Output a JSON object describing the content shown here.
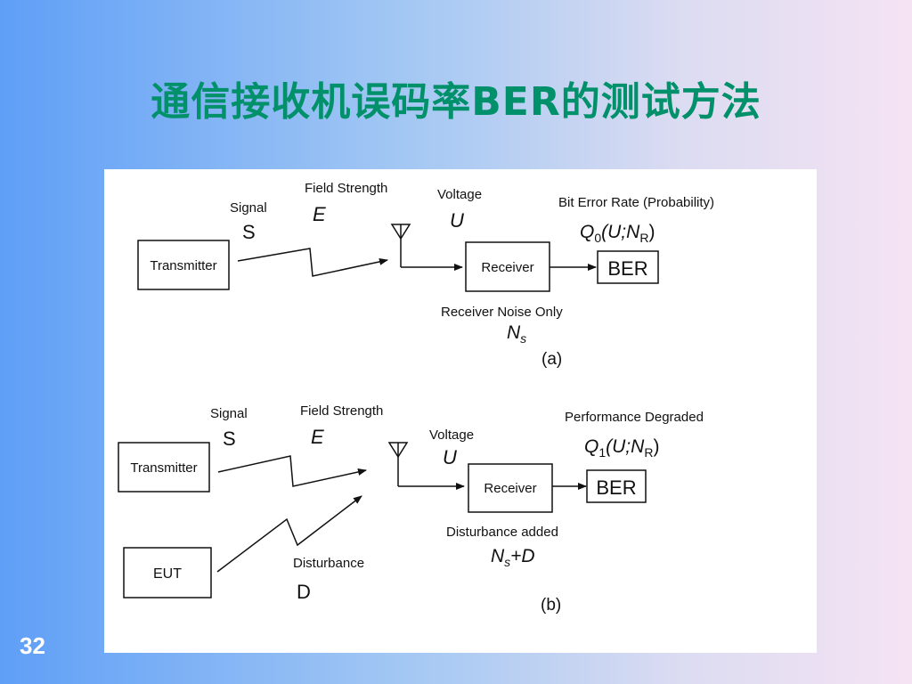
{
  "title": "通信接收机误码率BER的测试方法",
  "page_number": "32",
  "diagram_a": {
    "transmitter": "Transmitter",
    "signal_label": "Signal",
    "signal_symbol": "S",
    "field_label": "Field Strength",
    "field_symbol": "E",
    "voltage_label": "Voltage",
    "voltage_symbol": "U",
    "receiver": "Receiver",
    "ber_title": "Bit Error Rate (Probability)",
    "ber_formula_q": "Q",
    "ber_formula_sub": "0",
    "ber_formula_rest": "(U;N",
    "ber_formula_subR": "R",
    "ber_formula_close": ")",
    "ber": "BER",
    "noise_label": "Receiver Noise Only",
    "noise_symbol": "N",
    "noise_sub": "s",
    "caption": "(a)"
  },
  "diagram_b": {
    "transmitter": "Transmitter",
    "eut": "EUT",
    "signal_label": "Signal",
    "signal_symbol": "S",
    "field_label": "Field Strength",
    "field_symbol": "E",
    "voltage_label": "Voltage",
    "voltage_symbol": "U",
    "receiver": "Receiver",
    "perf_label": "Performance Degraded",
    "ber_formula_q": "Q",
    "ber_formula_sub": "1",
    "ber_formula_rest": "(U;N",
    "ber_formula_subR": "R",
    "ber_formula_close": ")",
    "ber": "BER",
    "disturbance_label": "Disturbance",
    "disturbance_symbol": "D",
    "dist_added_label": "Disturbance added",
    "noise_symbol": "N",
    "noise_sub": "s",
    "noise_plus": "+D",
    "caption": "(b)"
  }
}
